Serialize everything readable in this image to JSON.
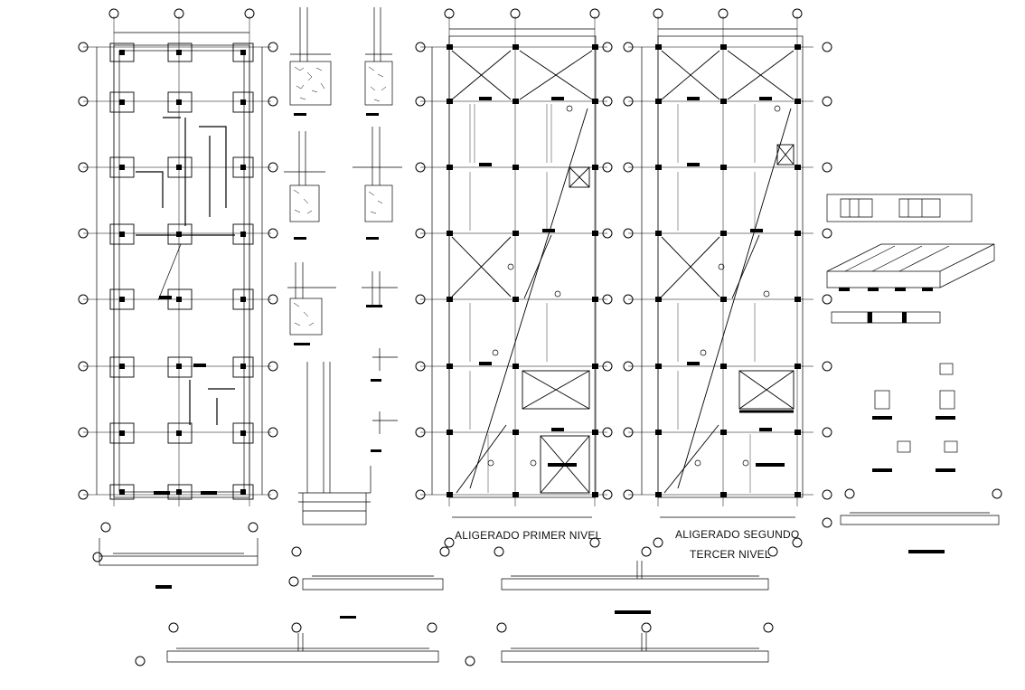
{
  "drawing": {
    "titles": {
      "first_floor": "ALIGERADO PRIMER NIVEL",
      "second_floor": "ALIGERADO SEGUNDO",
      "third_floor": "TERCER NIVEL"
    },
    "stroke_color": "#000000",
    "background_color": "#ffffff"
  }
}
